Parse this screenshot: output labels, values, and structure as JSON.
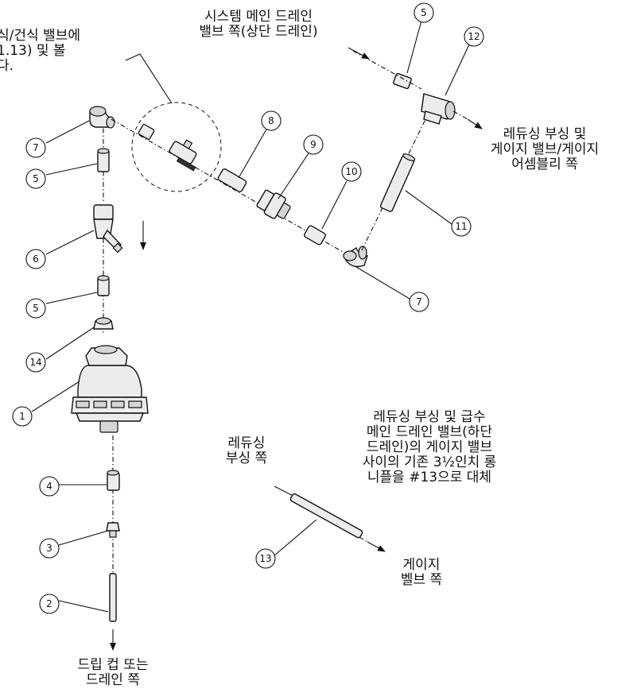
{
  "notes": {
    "top_left": [
      "식/건식 밸브에",
      "1.13) 및 볼",
      "다."
    ],
    "system_main_drain": [
      "시스템 메인 드레인",
      "밸브 쪽(상단 드레인)"
    ],
    "reducing_gauge": [
      "레듀싱 부싱 및",
      "게이지 밸브/게이지",
      "어셈블리 쪽"
    ],
    "replace_nipple": [
      "레듀싱 부싱 및 급수",
      "메인 드레인 밸브(하단",
      "드레인)의 게이지 밸브",
      "사이의 기존 3½인치 롱",
      "니플을 #13으로 대체"
    ],
    "reducing_bushing": [
      "레듀싱",
      "부싱 쪽"
    ],
    "gauge_valve": [
      "게이지",
      "벨브 쪽"
    ],
    "drip_cup": [
      "드립 컵 또는",
      "드레인 쪽"
    ]
  },
  "callouts": {
    "c7a": "7",
    "c5a": "5",
    "c6": "6",
    "c5b": "5",
    "c14": "14",
    "c1": "1",
    "c4": "4",
    "c3": "3",
    "c2": "2",
    "c8": "8",
    "c9": "9",
    "c10": "10",
    "c7b": "7",
    "c11": "11",
    "c5c": "5",
    "c12": "12",
    "c13": "13"
  }
}
